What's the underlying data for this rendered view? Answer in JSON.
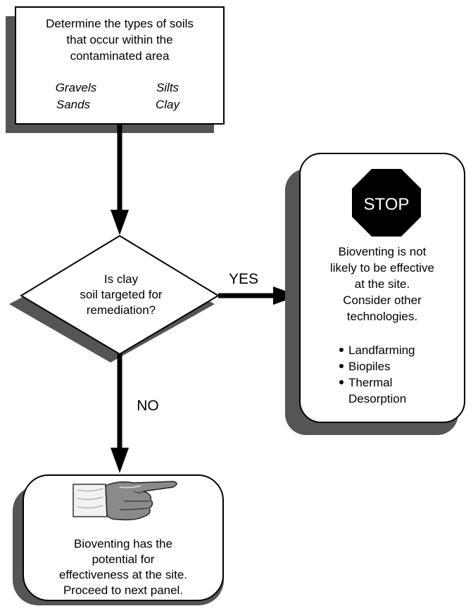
{
  "start_box": {
    "lines": [
      "Determine the types of soils",
      "that occur within the",
      "contaminated area"
    ],
    "soils": {
      "col1": [
        "Gravels",
        "Sands"
      ],
      "col2": [
        "Silts",
        "Clay"
      ]
    }
  },
  "decision": {
    "lines": [
      "Is clay",
      "soil targeted for",
      "remediation?"
    ]
  },
  "yes_label": "YES",
  "no_label": "NO",
  "stop_box": {
    "sign_text": "STOP",
    "lines": [
      "Bioventing is not",
      "likely to be effective",
      "at the site.",
      "Consider other",
      "technologies."
    ],
    "bullets": [
      "Landfarming",
      "Biopiles",
      "Thermal",
      "Desorption"
    ]
  },
  "proceed_box": {
    "lines": [
      "Bioventing has the",
      "potential for",
      "effectiveness at the site.",
      "Proceed to next panel."
    ]
  },
  "colors": {
    "shadow": "#555555",
    "stop_sign": "#000000",
    "hand": "#888888"
  }
}
